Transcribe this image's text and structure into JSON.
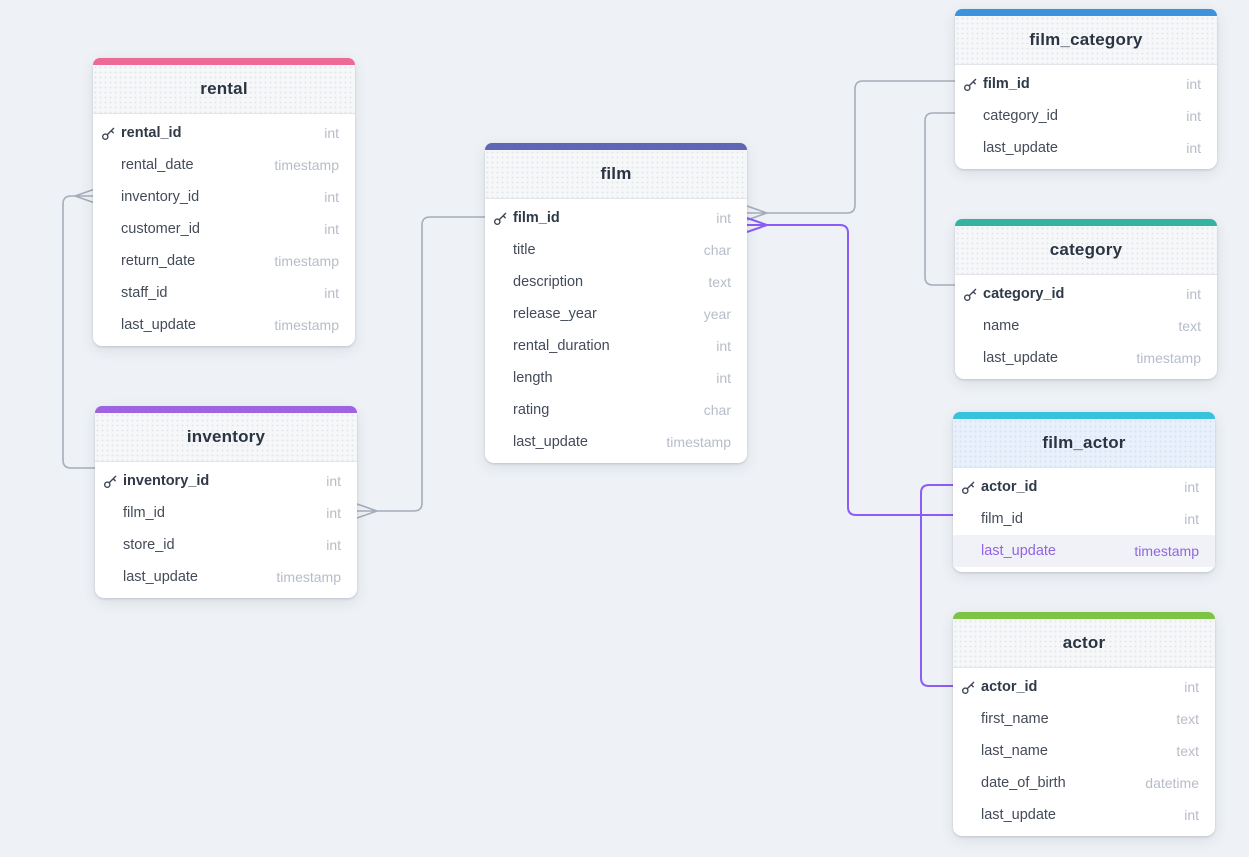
{
  "canvas": {
    "background": "#eef2f6"
  },
  "diagram_type": "entity-relationship-diagram",
  "tables": [
    {
      "name": "rental",
      "accent": "#ee6a96",
      "fields": [
        {
          "name": "rental_id",
          "type": "int",
          "pk": true
        },
        {
          "name": "rental_date",
          "type": "timestamp"
        },
        {
          "name": "inventory_id",
          "type": "int"
        },
        {
          "name": "customer_id",
          "type": "int"
        },
        {
          "name": "return_date",
          "type": "timestamp"
        },
        {
          "name": "staff_id",
          "type": "int"
        },
        {
          "name": "last_update",
          "type": "timestamp"
        }
      ]
    },
    {
      "name": "inventory",
      "accent": "#9e62e3",
      "fields": [
        {
          "name": "inventory_id",
          "type": "int",
          "pk": true
        },
        {
          "name": "film_id",
          "type": "int"
        },
        {
          "name": "store_id",
          "type": "int"
        },
        {
          "name": "last_update",
          "type": "timestamp"
        }
      ]
    },
    {
      "name": "film",
      "accent": "#5f66b5",
      "fields": [
        {
          "name": "film_id",
          "type": "int",
          "pk": true
        },
        {
          "name": "title",
          "type": "char"
        },
        {
          "name": "description",
          "type": "text"
        },
        {
          "name": "release_year",
          "type": "year"
        },
        {
          "name": "rental_duration",
          "type": "int"
        },
        {
          "name": "length",
          "type": "int"
        },
        {
          "name": "rating",
          "type": "char"
        },
        {
          "name": "last_update",
          "type": "timestamp"
        }
      ]
    },
    {
      "name": "film_category",
      "accent": "#3d92dd",
      "fields": [
        {
          "name": "film_id",
          "type": "int",
          "pk": true
        },
        {
          "name": "category_id",
          "type": "int"
        },
        {
          "name": "last_update",
          "type": "int"
        }
      ]
    },
    {
      "name": "category",
      "accent": "#35b3a2",
      "fields": [
        {
          "name": "category_id",
          "type": "int",
          "pk": true
        },
        {
          "name": "name",
          "type": "text"
        },
        {
          "name": "last_update",
          "type": "timestamp"
        }
      ]
    },
    {
      "name": "film_actor",
      "accent": "#38c2dc",
      "selected": true,
      "fields": [
        {
          "name": "actor_id",
          "type": "int",
          "pk": true
        },
        {
          "name": "film_id",
          "type": "int"
        },
        {
          "name": "last_update",
          "type": "timestamp",
          "highlighted": true
        }
      ]
    },
    {
      "name": "actor",
      "accent": "#7dc344",
      "fields": [
        {
          "name": "actor_id",
          "type": "int",
          "pk": true
        },
        {
          "name": "first_name",
          "type": "text"
        },
        {
          "name": "last_name",
          "type": "text"
        },
        {
          "name": "date_of_birth",
          "type": "datetime"
        },
        {
          "name": "last_update",
          "type": "int"
        }
      ]
    }
  ],
  "relationships": [
    {
      "from": "rental.inventory_id",
      "to": "inventory.inventory_id",
      "color": "#a6adba"
    },
    {
      "from": "inventory.film_id",
      "to": "film.film_id",
      "color": "#a6adba"
    },
    {
      "from": "film_category.film_id",
      "to": "film.film_id",
      "color": "#a6adba"
    },
    {
      "from": "film_category.category_id",
      "to": "category.category_id",
      "color": "#a6adba"
    },
    {
      "from": "film_actor.film_id",
      "to": "film.film_id",
      "color": "#8b5cf6"
    },
    {
      "from": "film_actor.actor_id",
      "to": "actor.actor_id",
      "color": "#8b5cf6"
    }
  ]
}
